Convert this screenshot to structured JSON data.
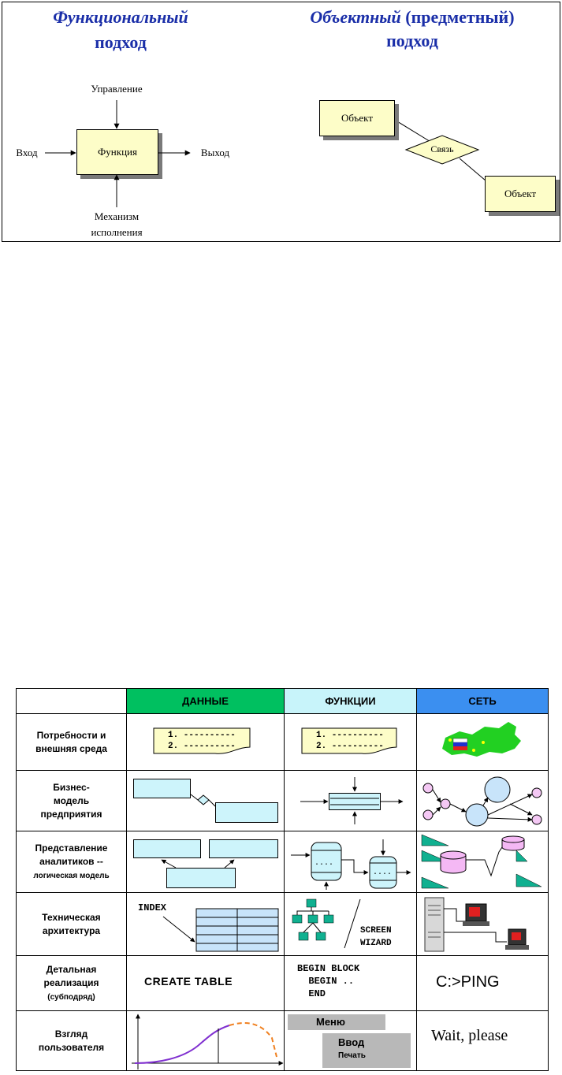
{
  "top": {
    "functional": {
      "title_word": "Функциональный",
      "title_word2": "подход"
    },
    "object": {
      "title_word": "Объектный",
      "title_rest": "(предметный)",
      "title_word2": "подход"
    },
    "idef": {
      "control": "Управление",
      "input": "Вход",
      "function": "Функция",
      "output": "Выход",
      "mechanism_line1": "Механизм",
      "mechanism_line2": "исполнения"
    },
    "er": {
      "object_a": "Объект",
      "relation": "Связь",
      "object_b": "Объект"
    }
  },
  "matrix": {
    "columns": [
      {
        "label": "ДАННЫЕ",
        "color": "#00c060"
      },
      {
        "label": "ФУНКЦИИ",
        "color": "#c8f4fa"
      },
      {
        "label": "СЕТЬ",
        "color": "#3b8ff0"
      }
    ],
    "rows": [
      {
        "l1": "Потребности и",
        "l2": "внешняя среда"
      },
      {
        "l1": "Бизнес-",
        "l2": "модель",
        "l3": "предприятия"
      },
      {
        "l1": "Представление",
        "l2": "аналитиков --",
        "l3": "логическая модель"
      },
      {
        "l1": "Техническая",
        "l2": "архитектура"
      },
      {
        "l1": "Детальная",
        "l2": "реализация",
        "l3": "(субподряд)"
      },
      {
        "l1": "Взгляд",
        "l2": "пользователя"
      }
    ],
    "list1": "1. ----------",
    "list2": "2. ----------",
    "index": "INDEX",
    "screen": "SCREEN",
    "wizard": "WIZARD",
    "create_table": "CREATE TABLE",
    "begin_block": "BEGIN BLOCK",
    "begin": "BEGIN ..",
    "end": "END",
    "ping": "C:>PING",
    "menu": "Меню",
    "vvod": "Ввод",
    "pechat": "Печать",
    "wait": "Wait, please"
  }
}
